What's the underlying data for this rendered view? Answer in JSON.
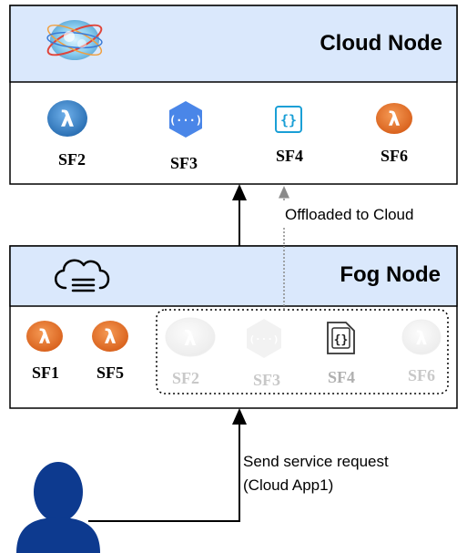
{
  "cloud_node": {
    "title": "Cloud Node",
    "functions": [
      "SF2",
      "SF3",
      "SF4",
      "SF6"
    ],
    "icon": "cloud-globe-icon"
  },
  "fog_node": {
    "title": "Fog Node",
    "active_functions": [
      "SF1",
      "SF5"
    ],
    "offloaded_functions": [
      "SF2",
      "SF3",
      "SF4",
      "SF6"
    ],
    "icon": "fog-cloud-server-icon"
  },
  "edges": {
    "offload_label": "Offloaded to Cloud",
    "request_label_line1": "Send service request",
    "request_label_line2": "(Cloud App1)"
  },
  "colors": {
    "header_fill": "#dae8fc",
    "lambda_orange": "#e6732a",
    "lambda_blue": "#3a86c8",
    "gcp_blue": "#4a86e8",
    "user_blue": "#0d3a8f",
    "faded": "#c8c8c8"
  }
}
